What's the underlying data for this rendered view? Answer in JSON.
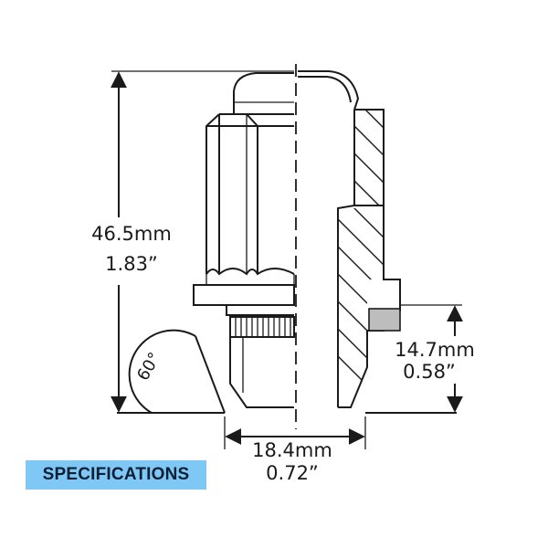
{
  "badge": {
    "label": "SPECIFICATIONS"
  },
  "dimensions": {
    "height": {
      "metric": "46.5mm",
      "imperial": "1.83”"
    },
    "seat_width": {
      "metric": "18.4mm",
      "imperial": "0.72”"
    },
    "thread_length": {
      "metric": "14.7mm",
      "imperial": "0.58”"
    },
    "seat_angle": {
      "label": "60°"
    }
  }
}
